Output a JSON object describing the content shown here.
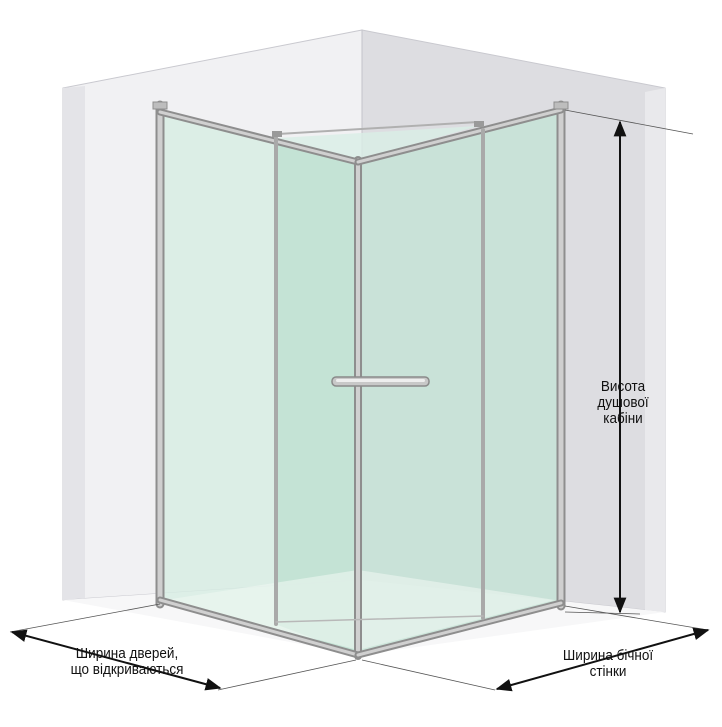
{
  "labels": {
    "cabin_height": [
      "Висота",
      "душової",
      "кабіни"
    ],
    "door_width": [
      "Ширина дверей,",
      "що відкриваються"
    ],
    "side_width": [
      "Ширина бічної",
      "стінки"
    ]
  },
  "colors": {
    "wall_light": "#f1f1f3",
    "wall_shadow": "#dddde1",
    "glass": "#cde8dc",
    "glass_dark": "#b9dccd",
    "frame": "#b8b8b8",
    "frame_edge": "#8e8e8e",
    "arrow": "#111111"
  },
  "icons": {
    "dimension_arrows": "double-arrow-icon"
  }
}
